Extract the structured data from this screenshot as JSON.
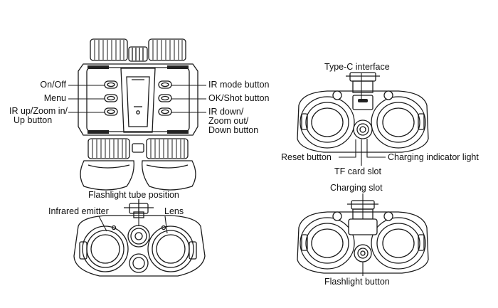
{
  "labels": {
    "on_off": "On/Off",
    "menu": "Menu",
    "ir_up_line1": "IR up/Zoom in/",
    "ir_up_line2": "Up button",
    "ir_mode": "IR mode button",
    "ok_shot": "OK/Shot button",
    "ir_down_line1": "IR down/",
    "ir_down_line2": "Zoom out/",
    "ir_down_line3": "Down button",
    "flashlight_tube": "Flashlight tube position",
    "infrared_emitter": "Infrared emitter",
    "lens": "Lens",
    "type_c": "Type-C interface",
    "reset": "Reset button",
    "charging_indicator": "Charging indicator light",
    "tf_card": "TF card slot",
    "charging_slot": "Charging slot",
    "flashlight_button": "Flashlight button"
  },
  "colors": {
    "line": "#1a1a1a",
    "dark_fill": "#222222",
    "light_fill": "#f2f2f2"
  }
}
